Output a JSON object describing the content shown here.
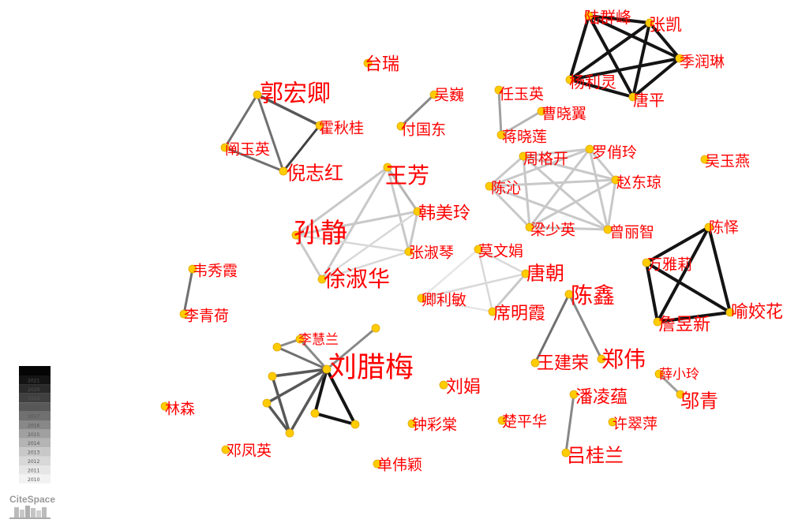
{
  "colors": {
    "label": "#ff0000",
    "node_fill": "#ffcc00",
    "node_stroke": "#e0a800"
  },
  "legend": {
    "years": [
      "2021",
      "2020",
      "2019",
      "2018",
      "2017",
      "2016",
      "2015",
      "2014",
      "2013",
      "2012",
      "2011",
      "2010"
    ]
  },
  "logo": {
    "text": "CiteSpace"
  },
  "nodes": [
    {
      "id": "陆群峰",
      "label": "陆群峰"
    },
    {
      "id": "张凯",
      "label": "张凯"
    },
    {
      "id": "季润琳",
      "label": "季润琳"
    },
    {
      "id": "杨利灵",
      "label": "杨利灵"
    },
    {
      "id": "唐平",
      "label": "唐平"
    },
    {
      "id": "台瑞",
      "label": "台瑞"
    },
    {
      "id": "吴巍",
      "label": "吴巍"
    },
    {
      "id": "付国东",
      "label": "付国东"
    },
    {
      "id": "任玉英",
      "label": "任玉英"
    },
    {
      "id": "曹晓翼",
      "label": "曹晓翼"
    },
    {
      "id": "蒋晓莲",
      "label": "蒋晓莲"
    },
    {
      "id": "郭宏卿",
      "label": "郭宏卿"
    },
    {
      "id": "霍秋桂",
      "label": "霍秋桂"
    },
    {
      "id": "阐玉英",
      "label": "阐玉英"
    },
    {
      "id": "倪志红",
      "label": "倪志红"
    },
    {
      "id": "王芳",
      "label": "王芳"
    },
    {
      "id": "周格开",
      "label": "周格开"
    },
    {
      "id": "罗俏玲",
      "label": "罗俏玲"
    },
    {
      "id": "吴玉燕",
      "label": "吴玉燕"
    },
    {
      "id": "陈沁",
      "label": "陈沁"
    },
    {
      "id": "赵东琼",
      "label": "赵东琼"
    },
    {
      "id": "韩美玲",
      "label": "韩美玲"
    },
    {
      "id": "孙静",
      "label": "孙静"
    },
    {
      "id": "梁少英",
      "label": "梁少英"
    },
    {
      "id": "曾丽智",
      "label": "曾丽智"
    },
    {
      "id": "陈怿",
      "label": "陈怿"
    },
    {
      "id": "张淑琴",
      "label": "张淑琴"
    },
    {
      "id": "莫文娟",
      "label": "莫文娟"
    },
    {
      "id": "万雅莉",
      "label": "万雅莉"
    },
    {
      "id": "徐淑华",
      "label": "徐淑华"
    },
    {
      "id": "唐朝",
      "label": "唐朝"
    },
    {
      "id": "韦秀霞",
      "label": "韦秀霞"
    },
    {
      "id": "陈鑫",
      "label": "陈鑫"
    },
    {
      "id": "卿利敏",
      "label": "卿利敏"
    },
    {
      "id": "席明霞",
      "label": "席明霞"
    },
    {
      "id": "詹昱新",
      "label": "詹昱新"
    },
    {
      "id": "喻姣花",
      "label": "喻姣花"
    },
    {
      "id": "李青荷",
      "label": "李青荷"
    },
    {
      "id": "李慧兰",
      "label": "李慧兰"
    },
    {
      "id": "刘腊梅",
      "label": "刘腊梅"
    },
    {
      "id": "王建荣",
      "label": "王建荣"
    },
    {
      "id": "郑伟",
      "label": "郑伟"
    },
    {
      "id": "薛小玲",
      "label": "薛小玲"
    },
    {
      "id": "刘娟",
      "label": "刘娟"
    },
    {
      "id": "邬青",
      "label": "邬青"
    },
    {
      "id": "潘凌蕴",
      "label": "潘凌蕴"
    },
    {
      "id": "林森",
      "label": "林森"
    },
    {
      "id": "钟彩棠",
      "label": "钟彩棠"
    },
    {
      "id": "楚平华",
      "label": "楚平华"
    },
    {
      "id": "许翠萍",
      "label": "许翠萍"
    },
    {
      "id": "邓凤英",
      "label": "邓凤英"
    },
    {
      "id": "吕桂兰",
      "label": "吕桂兰"
    },
    {
      "id": "单伟颖",
      "label": "单伟颖"
    },
    {
      "id": "n_a",
      "label": ""
    },
    {
      "id": "n_b",
      "label": ""
    },
    {
      "id": "n_c",
      "label": ""
    },
    {
      "id": "n_d",
      "label": ""
    },
    {
      "id": "n_e",
      "label": ""
    },
    {
      "id": "n_f",
      "label": ""
    },
    {
      "id": "n_g",
      "label": ""
    }
  ],
  "links": [
    {
      "source": "陆群峰",
      "target": "张凯",
      "year": "2021"
    },
    {
      "source": "陆群峰",
      "target": "季润琳",
      "year": "2021"
    },
    {
      "source": "陆群峰",
      "target": "杨利灵",
      "year": "2021"
    },
    {
      "source": "陆群峰",
      "target": "唐平",
      "year": "2021"
    },
    {
      "source": "张凯",
      "target": "季润琳",
      "year": "2021"
    },
    {
      "source": "张凯",
      "target": "杨利灵",
      "year": "2021"
    },
    {
      "source": "张凯",
      "target": "唐平",
      "year": "2021"
    },
    {
      "source": "季润琳",
      "target": "杨利灵",
      "year": "2021"
    },
    {
      "source": "季润琳",
      "target": "唐平",
      "year": "2021"
    },
    {
      "source": "杨利灵",
      "target": "唐平",
      "year": "2021"
    },
    {
      "source": "吴巍",
      "target": "付国东",
      "year": "2016"
    },
    {
      "source": "任玉英",
      "target": "蒋晓莲",
      "year": "2015"
    },
    {
      "source": "曹晓翼",
      "target": "蒋晓莲",
      "year": "2014"
    },
    {
      "source": "郭宏卿",
      "target": "阐玉英",
      "year": "2017"
    },
    {
      "source": "郭宏卿",
      "target": "倪志红",
      "year": "2017"
    },
    {
      "source": "郭宏卿",
      "target": "霍秋桂",
      "year": "2018"
    },
    {
      "source": "霍秋桂",
      "target": "倪志红",
      "year": "2019"
    },
    {
      "source": "阐玉英",
      "target": "倪志红",
      "year": "2017"
    },
    {
      "source": "王芳",
      "target": "孙静",
      "year": "2013"
    },
    {
      "source": "王芳",
      "target": "徐淑华",
      "year": "2013"
    },
    {
      "source": "王芳",
      "target": "韩美玲",
      "year": "2014"
    },
    {
      "source": "王芳",
      "target": "张淑琴",
      "year": "2013"
    },
    {
      "source": "孙静",
      "target": "韩美玲",
      "year": "2013"
    },
    {
      "source": "孙静",
      "target": "徐淑华",
      "year": "2013"
    },
    {
      "source": "孙静",
      "target": "张淑琴",
      "year": "2012"
    },
    {
      "source": "韩美玲",
      "target": "徐淑华",
      "year": "2012"
    },
    {
      "source": "韩美玲",
      "target": "张淑琴",
      "year": "2013"
    },
    {
      "source": "徐淑华",
      "target": "张淑琴",
      "year": "2012"
    },
    {
      "source": "周格开",
      "target": "罗俏玲",
      "year": "2013"
    },
    {
      "source": "周格开",
      "target": "陈沁",
      "year": "2013"
    },
    {
      "source": "周格开",
      "target": "赵东琼",
      "year": "2013"
    },
    {
      "source": "周格开",
      "target": "梁少英",
      "year": "2013"
    },
    {
      "source": "周格开",
      "target": "曾丽智",
      "year": "2013"
    },
    {
      "source": "罗俏玲",
      "target": "陈沁",
      "year": "2013"
    },
    {
      "source": "罗俏玲",
      "target": "赵东琼",
      "year": "2013"
    },
    {
      "source": "罗俏玲",
      "target": "梁少英",
      "year": "2013"
    },
    {
      "source": "罗俏玲",
      "target": "曾丽智",
      "year": "2013"
    },
    {
      "source": "陈沁",
      "target": "赵东琼",
      "year": "2013"
    },
    {
      "source": "陈沁",
      "target": "梁少英",
      "year": "2013"
    },
    {
      "source": "陈沁",
      "target": "曾丽智",
      "year": "2013"
    },
    {
      "source": "赵东琼",
      "target": "梁少英",
      "year": "2013"
    },
    {
      "source": "赵东琼",
      "target": "曾丽智",
      "year": "2013"
    },
    {
      "source": "梁少英",
      "target": "曾丽智",
      "year": "2013"
    },
    {
      "source": "莫文娟",
      "target": "唐朝",
      "year": "2012"
    },
    {
      "source": "莫文娟",
      "target": "席明霞",
      "year": "2012"
    },
    {
      "source": "唐朝",
      "target": "卿利敏",
      "year": "2012"
    },
    {
      "source": "唐朝",
      "target": "席明霞",
      "year": "2013"
    },
    {
      "source": "卿利敏",
      "target": "席明霞",
      "year": "2011"
    },
    {
      "source": "卿利敏",
      "target": "莫文娟",
      "year": "2011"
    },
    {
      "source": "陈怿",
      "target": "万雅莉",
      "year": "2021"
    },
    {
      "source": "陈怿",
      "target": "詹昱新",
      "year": "2021"
    },
    {
      "source": "陈怿",
      "target": "喻姣花",
      "year": "2021"
    },
    {
      "source": "万雅莉",
      "target": "詹昱新",
      "year": "2021"
    },
    {
      "source": "万雅莉",
      "target": "喻姣花",
      "year": "2021"
    },
    {
      "source": "詹昱新",
      "target": "喻姣花",
      "year": "2021"
    },
    {
      "source": "韦秀霞",
      "target": "李青荷",
      "year": "2017"
    },
    {
      "source": "陈鑫",
      "target": "王建荣",
      "year": "2017"
    },
    {
      "source": "陈鑫",
      "target": "郑伟",
      "year": "2016"
    },
    {
      "source": "薛小玲",
      "target": "邬青",
      "year": "2015"
    },
    {
      "source": "潘凌蕴",
      "target": "吕桂兰",
      "year": "2016"
    },
    {
      "source": "刘腊梅",
      "target": "李慧兰",
      "year": "2016"
    },
    {
      "source": "刘腊梅",
      "target": "n_a",
      "year": "2016"
    },
    {
      "source": "刘腊梅",
      "target": "n_b",
      "year": "2017"
    },
    {
      "source": "刘腊梅",
      "target": "n_c",
      "year": "2018"
    },
    {
      "source": "刘腊梅",
      "target": "n_d",
      "year": "2018"
    },
    {
      "source": "刘腊梅",
      "target": "n_e",
      "year": "2021"
    },
    {
      "source": "刘腊梅",
      "target": "n_f",
      "year": "2021"
    },
    {
      "source": "刘腊梅",
      "target": "n_g",
      "year": "2018"
    },
    {
      "source": "李慧兰",
      "target": "n_b",
      "year": "2016"
    },
    {
      "source": "n_c",
      "target": "n_g",
      "year": "2018"
    },
    {
      "source": "n_d",
      "target": "n_g",
      "year": "2018"
    },
    {
      "source": "n_e",
      "target": "n_f",
      "year": "2021"
    }
  ]
}
